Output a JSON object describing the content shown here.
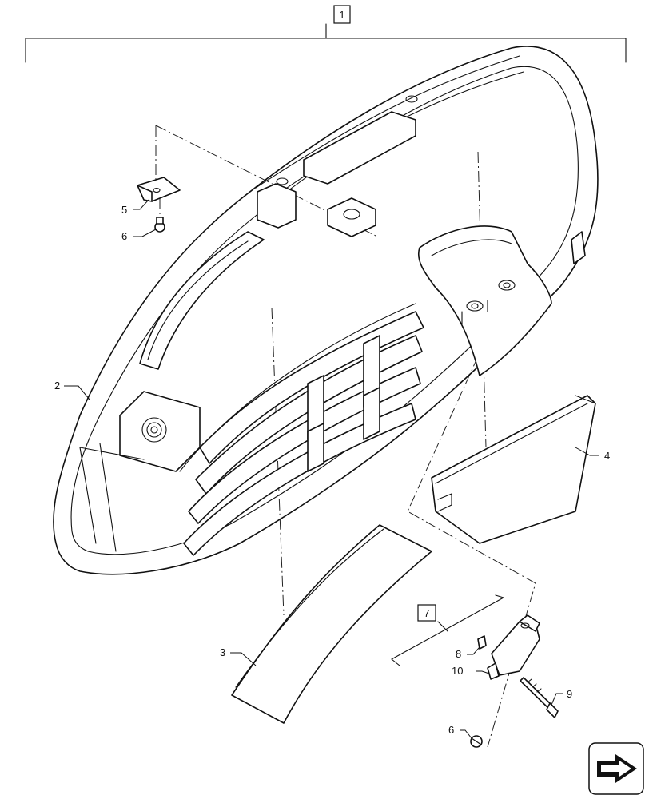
{
  "diagram": {
    "assembly_callout": "1",
    "subassembly_callout": "7",
    "callouts": {
      "c2": "2",
      "c3": "3",
      "c4": "4",
      "c5": "5",
      "c6a": "6",
      "c6b": "6",
      "c8": "8",
      "c9": "9",
      "c10": "10"
    },
    "nav_icon": "next-page-arrow-icon"
  }
}
